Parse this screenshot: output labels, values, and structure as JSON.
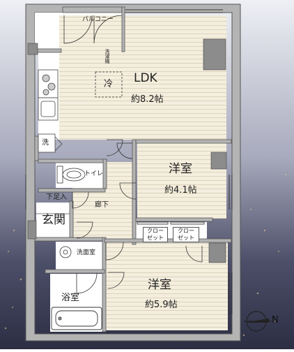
{
  "rooms": {
    "balcony": "バルコニー",
    "ldk": {
      "name": "LDK",
      "size": "約8.2帖"
    },
    "fridge": "冷",
    "washer_pan": "洗濯機",
    "laundry": "洗",
    "toilet": "トイレ",
    "room1": {
      "name": "洋室",
      "size": "約4.1帖"
    },
    "room2": {
      "name": "洋室",
      "size": "約5.9帖"
    },
    "corridor": "廊下",
    "shoe_storage": "下足入",
    "entrance": "玄関",
    "closet1": "クロー\nゼット",
    "closet2": "クロー\nゼット",
    "washroom": "洗面室",
    "bath": "浴室"
  },
  "compass": {
    "north": "N"
  },
  "colors": {
    "wall": "#b0b0b0",
    "floor_wood": "#f3ecdc",
    "wood_line": "#d8cfb8",
    "wet_floor": "#ffffff",
    "background_night": "#3a3e55"
  }
}
